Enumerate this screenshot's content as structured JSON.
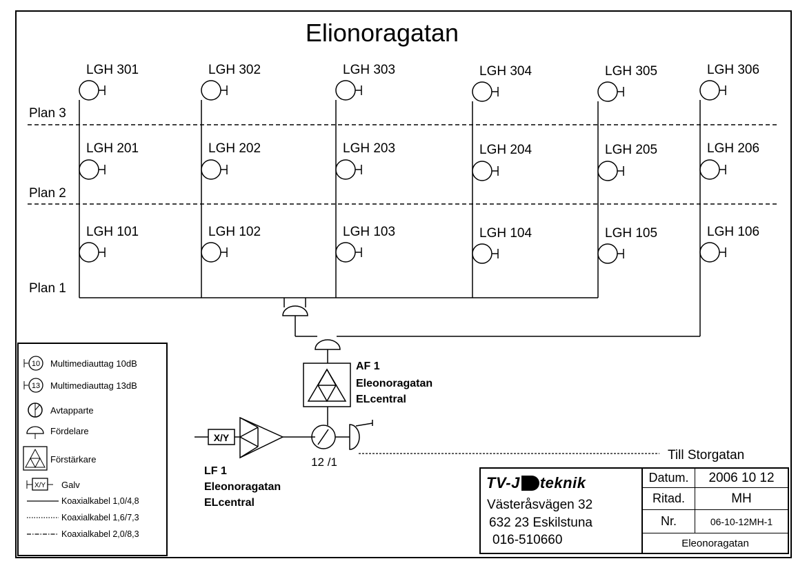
{
  "title": "Elionoragatan",
  "floors": [
    {
      "label": "Plan 3",
      "apartments": [
        "LGH 301",
        "LGH 302",
        "LGH 303",
        "LGH 304",
        "LGH 305",
        "LGH 306"
      ]
    },
    {
      "label": "Plan 2",
      "apartments": [
        "LGH 201",
        "LGH 202",
        "LGH 203",
        "LGH 204",
        "LGH 205",
        "LGH 206"
      ]
    },
    {
      "label": "Plan 1",
      "apartments": [
        "LGH 101",
        "LGH 102",
        "LGH 103",
        "LGH 104",
        "LGH 105",
        "LGH 106"
      ]
    }
  ],
  "af": {
    "name": "AF 1",
    "line1": "Eleonoragatan",
    "line2": "ELcentral"
  },
  "lf": {
    "name": "LF 1",
    "line1": "Eleonoragatan",
    "line2": "ELcentral"
  },
  "galv_label": "X/Y",
  "tap_label": "12 /1",
  "till_label": "Till Storgatan",
  "legend": {
    "items": [
      {
        "symbol": "10",
        "text": "Multimediauttag 10dB"
      },
      {
        "symbol": "13",
        "text": "Multimediauttag 13dB"
      },
      {
        "symbol": "",
        "text": "Avtapparte"
      },
      {
        "symbol": "",
        "text": "Fördelare"
      },
      {
        "symbol": "",
        "text": "Förstärkare"
      },
      {
        "symbol": "X/Y",
        "text": "Galv"
      },
      {
        "symbol": "",
        "text": "Koaxialkabel  1,0/4,8"
      },
      {
        "symbol": "",
        "text": "Koaxialkabel  1,6/7,3"
      },
      {
        "symbol": "",
        "text": "Koaxialkabel  2,0/8,3"
      }
    ]
  },
  "titleblock": {
    "logo_left": "TV-J",
    "logo_right": "teknik",
    "address": [
      "Västeråsvägen 32",
      "632 23 Eskilstuna",
      "016-510660"
    ],
    "datum_label": "Datum.",
    "datum_value": "2006 10 12",
    "ritad_label": "Ritad.",
    "ritad_value": "MH",
    "nr_label": "Nr.",
    "nr_value": "06-10-12MH-1",
    "name": "Eleonoragatan"
  }
}
